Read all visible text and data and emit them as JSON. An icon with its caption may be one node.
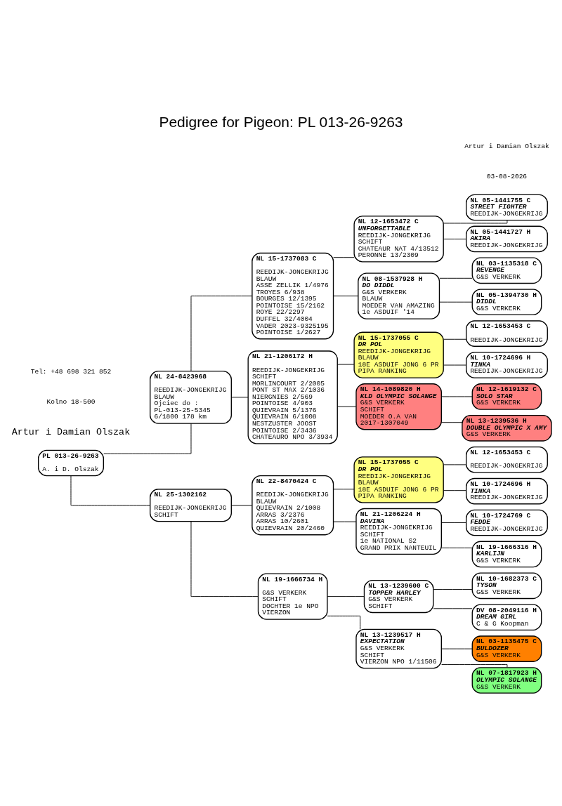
{
  "diagram": {
    "title": "Pedigree for Pigeon: PL 013-26-9263",
    "nodes": [
      {
        "text": [
          "PL 013-26-9263",
          "A. i D. Olszak"
        ]
      },
      {
        "text": [
          "NL 24-8423968",
          "REEDIJK-JONGEKRIJG",
          "BLAUW",
          "Ojciec do :",
          "PL-013-25-5345",
          "6/1800 178 km"
        ]
      },
      {
        "text": [
          "NL 25-1302162",
          "REEDIJK-JONGEKRIJG",
          "SCHIFT"
        ]
      },
      {
        "text": [
          "NL 15-1737083 C",
          "REEDIJK-JONGEKRIJG",
          "BLAUW",
          "ASSE ZELLIK 1/4976",
          "TROYES 6/938",
          "BOURGES 12/1395",
          "POINTOISE 15/2162",
          "ROYE 22/2297",
          "DUFFEL 32/4004",
          "VADER 2023-9325195",
          "POINTOISE 1/2627"
        ]
      },
      {
        "text": [
          "NL 21-1206172 H",
          "REEDIJK-JONGEKRIJG",
          "SCHIFT",
          "MORLINCOURT 2/2005",
          "PONT ST MAX 2/1036",
          "NIERGNIES 2/569",
          "POINTOISE 4/903",
          "QUIEVRAIN 5/1376",
          "QUIEVRAIN 6/1008",
          "NESTZUSTER JOOST",
          "POINTOISE 2/3436",
          "CHATEAURO NPO 3/3934"
        ]
      },
      {
        "text": [
          "NL 22-8470424 C",
          "REEDIJK-JONGEKRIJG",
          "BLAUW",
          "QUIEVRAIN 2/1008",
          "ARRAS 3/2376",
          "ARRAS 10/2601",
          "QUIEVRAIN 20/2460"
        ]
      },
      {
        "text": [
          "NL 19-1666734 H",
          "G&S VERKERK",
          "SCHIFT",
          "DOCHTER 1e NPO",
          "VIERZON"
        ]
      },
      {
        "text": [
          "NL 12-1653472 C",
          "UNFORGETTABLE",
          "REEDIJK-JONGEKRIJG",
          "SCHIFT",
          "CHATEAUR NAT 4/13512",
          "PERONNE 13/2309"
        ]
      },
      {
        "text": [
          "NL 08-1537928 H",
          "DO DIDDL",
          "G&S VERKERK",
          "BLAUW",
          "MOEDER VAN AMAZING",
          "1e ASDUIF '14"
        ]
      },
      {
        "text": [
          "NL 15-1737055 C",
          "DR POL",
          "REEDIJK-JONGEKRIJG",
          "BLAUW",
          "18E ASDUIF JONG 6 PR",
          "PIPA RANKING"
        ]
      },
      {
        "text": [
          "NL 14-1089820 H",
          "KLD OLYMPIC SOLANGE",
          "G&S VERKERK",
          "SCHIFT",
          "MOEDER O.A VAN",
          "2017-1307049"
        ]
      },
      {
        "text": [
          "NL 15-1737055 C",
          "DR POL",
          "REEDIJK-JONGEKRIJG",
          "BLAUW",
          "18E ASDUIF JONG 6 PR",
          "PIPA RANKING"
        ]
      },
      {
        "text": [
          "NL 21-1206224 H",
          "DAVINA",
          "REEDIJK-JONGEKRIJG",
          "SCHIFT",
          "1e NATIONAL S2",
          "GRAND PRIX NANTEUIL"
        ]
      },
      {
        "text": [
          "NL 13-1239600 C",
          "TOPPER HARLEY",
          "G&S VERKERK",
          "SCHIFT"
        ]
      },
      {
        "text": [
          "NL 13-1239517 H",
          "EXPECTATION",
          "G&S VERKERK",
          "SCHIFT",
          "VIERZON NPO 1/11506"
        ]
      },
      {
        "text": [
          "NL 05-1441755 C",
          "STREET FIGHTER",
          "REEDIJK-JONGEKRIJG"
        ]
      },
      {
        "text": [
          "NL 05-1441727 H",
          "AKIRA",
          "REEDIJK-JONGEKRIJG"
        ]
      },
      {
        "text": [
          "NL 03-1135318 C",
          "REVENGE",
          "G&S VERKERK"
        ]
      },
      {
        "text": [
          "NL 05-1394730 H",
          "DIDDL",
          "G&S VERKERK"
        ]
      },
      {
        "text": [
          "NL 12-1653453 C",
          "REEDIJK-JONGEKRIJG"
        ]
      },
      {
        "text": [
          "NL 10-1724696 H",
          "TINKA",
          "REEDIJK-JONGEKRIJG"
        ]
      },
      {
        "text": [
          "NL 12-1619132 C",
          "SOLO STAR",
          "G&S VERKERK"
        ]
      },
      {
        "text": [
          "NL 13-1239536 H",
          "DOUBLE OLYMPIC X AMY",
          "G&S VERKERK"
        ]
      },
      {
        "text": [
          "NL 12-1653453 C",
          "REEDIJK-JONGEKRIJG"
        ]
      },
      {
        "text": [
          "NL 10-1724696 H",
          "TINKA",
          "REEDIJK-JONGEKRIJG"
        ]
      },
      {
        "text": [
          "NL 10-1724769 C",
          "FEDDE",
          "REEDIJK-JONGEKRIJG"
        ]
      },
      {
        "text": [
          "NL 19-1666316 H",
          "KARLIJN",
          "G&S VERKERK"
        ]
      },
      {
        "text": [
          "NL 10-1682373 C",
          "TYSON",
          "G&S VERKERK"
        ]
      },
      {
        "text": [
          "DV 08-2049116 H",
          "DREAM GIRL",
          "C & G Koopman"
        ]
      },
      {
        "text": [
          "NL 03-1135475 C",
          "BULDOZER",
          "G&S VERKERK"
        ]
      },
      {
        "text": [
          "NL 07-1817923 H",
          "OLYMPIC SOLANGE",
          "G&S VERKERK"
        ]
      }
    ],
    "edges": [
      {
        "from": 0,
        "to": 1,
        "arrow": "none"
      },
      {
        "from": 0,
        "to": 2,
        "arrow": "none"
      },
      {
        "from": 1,
        "to": 3,
        "arrow": "none"
      },
      {
        "from": 1,
        "to": 4,
        "arrow": "none"
      },
      {
        "from": 2,
        "to": 5,
        "arrow": "none"
      },
      {
        "from": 2,
        "to": 6,
        "arrow": "none"
      },
      {
        "from": 3,
        "to": 7,
        "arrow": "none"
      },
      {
        "from": 3,
        "to": 8,
        "arrow": "none"
      },
      {
        "from": 4,
        "to": 9,
        "arrow": "none"
      },
      {
        "from": 4,
        "to": 10,
        "arrow": "none"
      },
      {
        "from": 5,
        "to": 11,
        "arrow": "none"
      },
      {
        "from": 5,
        "to": 12,
        "arrow": "none"
      },
      {
        "from": 6,
        "to": 13,
        "arrow": "none"
      },
      {
        "from": 6,
        "to": 14,
        "arrow": "none"
      },
      {
        "from": 7,
        "to": 15,
        "arrow": "none"
      },
      {
        "from": 7,
        "to": 16,
        "arrow": "none"
      },
      {
        "from": 8,
        "to": 17,
        "arrow": "none"
      },
      {
        "from": 8,
        "to": 18,
        "arrow": "none"
      },
      {
        "from": 9,
        "to": 19,
        "arrow": "none"
      },
      {
        "from": 9,
        "to": 20,
        "arrow": "none"
      },
      {
        "from": 10,
        "to": 21,
        "arrow": "none"
      },
      {
        "from": 10,
        "to": 22,
        "arrow": "none"
      },
      {
        "from": 11,
        "to": 23,
        "arrow": "none"
      },
      {
        "from": 11,
        "to": 24,
        "arrow": "none"
      },
      {
        "from": 12,
        "to": 25,
        "arrow": "none"
      },
      {
        "from": 12,
        "to": 26,
        "arrow": "none"
      },
      {
        "from": 13,
        "to": 27,
        "arrow": "none"
      },
      {
        "from": 13,
        "to": 28,
        "arrow": "none"
      },
      {
        "from": 14,
        "to": 29,
        "arrow": "none"
      },
      {
        "from": 14,
        "to": 30,
        "arrow": "none"
      }
    ],
    "labels": [
      "Artur i Damian Olszak",
      "Kolno 18-500",
      "Tel: +48 698 321 852",
      "03-08-2026",
      "Artur i Damian Olszak"
    ]
  }
}
